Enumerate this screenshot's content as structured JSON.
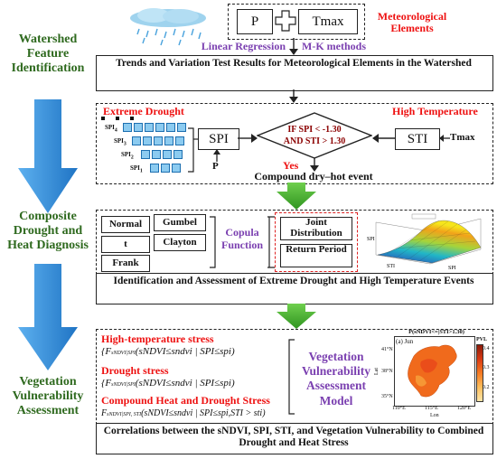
{
  "left_stages": [
    "Watershed Feature Identification",
    "Composite Drought and Heat Diagnosis",
    "Vegetation Vulnerability Assessment"
  ],
  "met": {
    "p": "P",
    "tmax": "Tmax",
    "title": "Meteorological Elements",
    "method_lr": "Linear Regression",
    "method_mk": "M-K methods"
  },
  "trend_title": "Trends and Variation Test Results for Meteorological Elements in the Watershed",
  "drought": {
    "extreme": "Extreme Drought",
    "high_temp": "High Temperature",
    "spi": "SPI",
    "p": "P",
    "sti": "STI",
    "tmax": "Tmax",
    "cond_line1": "IF SPI < -1.30",
    "cond_line2": "AND STI > 1.30",
    "yes": "Yes",
    "event": "Compound dry–hot event",
    "spi_labels": [
      "SPI",
      "SPI",
      "SPI",
      "SPI"
    ],
    "spi_subs": [
      "4",
      "3",
      "2",
      "1"
    ]
  },
  "copula": {
    "families": [
      "Normal",
      "Gumbel",
      "t",
      "Clayton",
      "Frank"
    ],
    "function": "Copula Function",
    "joint": "Joint Distribution",
    "return_period": "Return Period",
    "plot_labels": {
      "x": "STI",
      "y": "SPI"
    }
  },
  "identification_title": "Identification and Assessment of Extreme Drought and High Temperature Events",
  "vuln": {
    "stress1": "High-temperature stress",
    "stress2": "Drought stress",
    "stress3": "Compound Heat and Drought Stress",
    "model": "Vegetation Vulnerability Assessment Model",
    "map_title": "P(sNDVI<=|STI>1.30)",
    "map_panel": "(a) Jun",
    "legend_title": "PVL",
    "legend_ticks": [
      "0.4",
      "0.3",
      "0.2"
    ],
    "lat_ticks": [
      "41°N",
      "38°N",
      "35°N"
    ],
    "lon_ticks": [
      "110°E",
      "115°E",
      "120°E"
    ],
    "lat_label": "Lat",
    "lon_label": "Lon"
  },
  "final_title": "Correlations between the sNDVI, SPI, STI, and Vegetation Vulnerability to Combined Drought and Heat Stress",
  "colors": {
    "arrow_blue": "#2a86d6",
    "arrow_green": "#3ea82b",
    "stage_green": "#2f6a1f",
    "red": "#e11111",
    "purple": "#7a3fb0",
    "cell_blue": "#8ccbf0"
  }
}
